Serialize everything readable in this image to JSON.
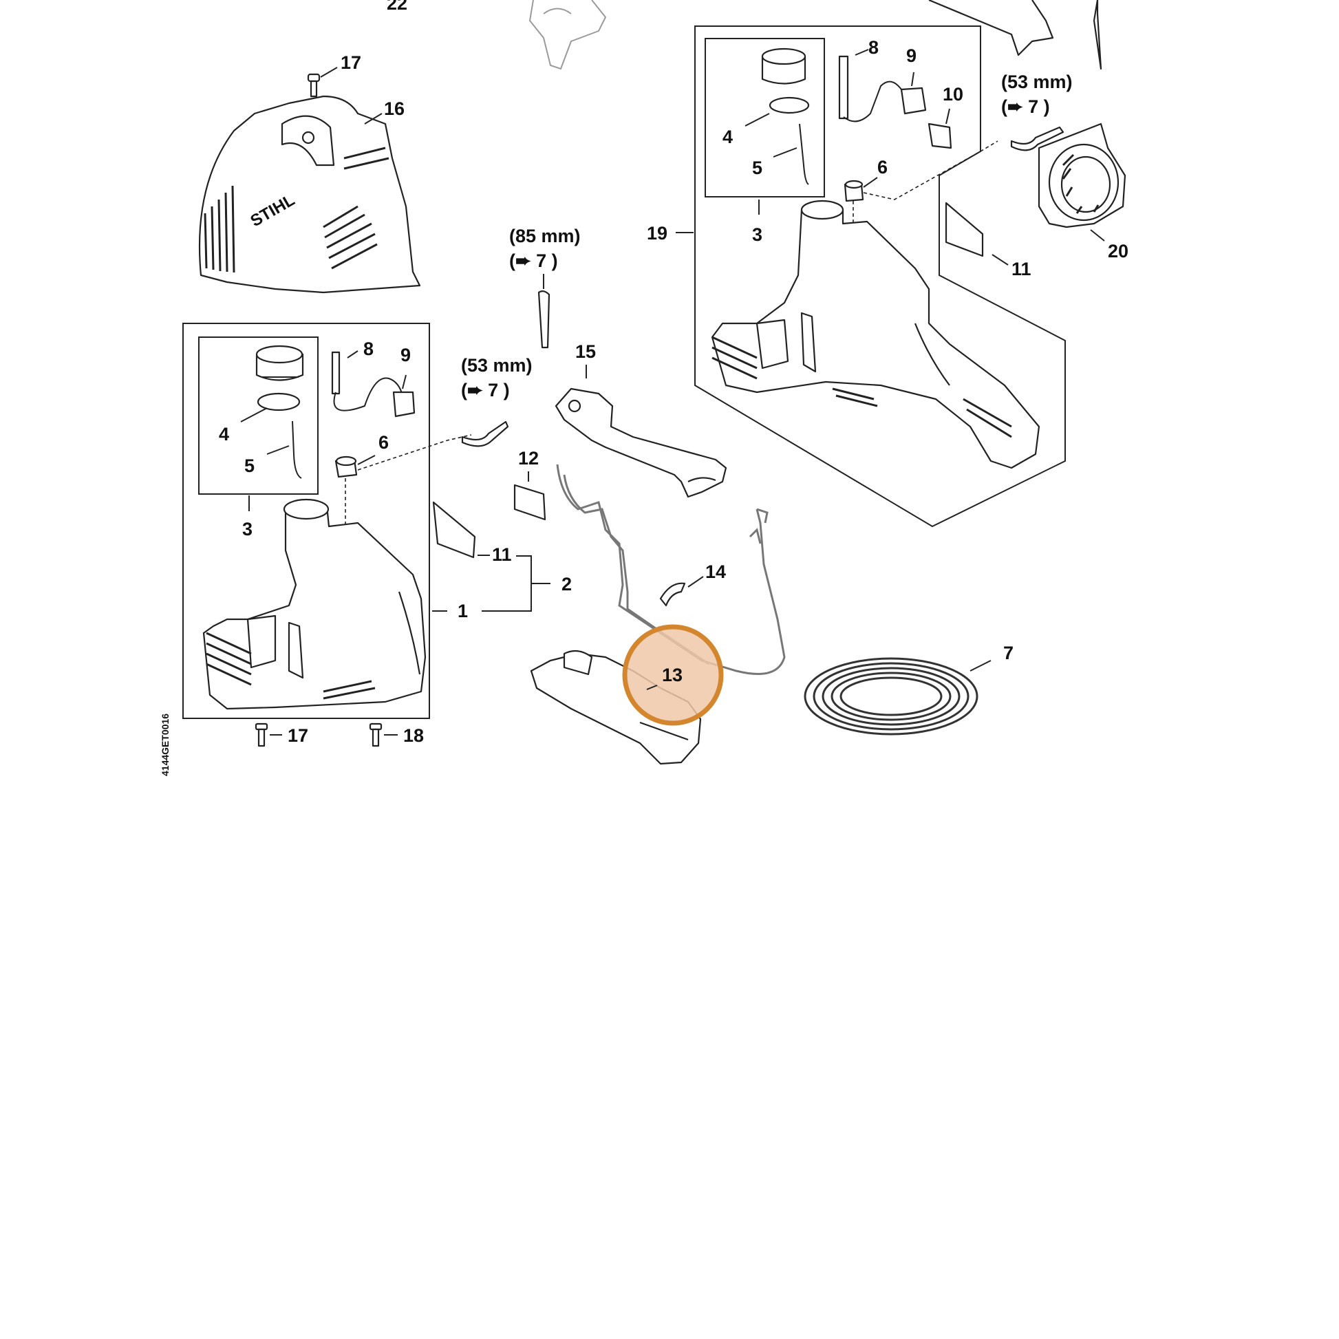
{
  "diagram": {
    "callouts": {
      "c22": "22",
      "c17_top": "17",
      "c16": "16",
      "c8_left": "8",
      "c9_left": "9",
      "c4_left": "4",
      "c5_left": "5",
      "c6_left": "6",
      "c3_left": "3",
      "c11_left": "11",
      "c2": "2",
      "c1": "1",
      "c17_bottom": "17",
      "c18": "18",
      "c15": "15",
      "c12": "12",
      "c14": "14",
      "c13": "13",
      "c7": "7",
      "c19": "19",
      "c8_right": "8",
      "c9_right": "9",
      "c10": "10",
      "c4_right": "4",
      "c5_right": "5",
      "c6_right": "6",
      "c3_right": "3",
      "c11_right": "11",
      "c20": "20"
    },
    "hose_notes": {
      "note85_len": "(85 mm)",
      "note85_ref": "(➨ 7 )",
      "note53_len": "(53 mm)",
      "note53_ref": "(➨ 7 )",
      "note53r_len": "(53 mm)",
      "note53r_ref": "(➨ 7 )"
    },
    "cover_logo": "STIHL",
    "drawing_code": "4144GET0016"
  },
  "colors": {
    "highlight_fill": "#f0c8a8",
    "highlight_ring": "#d4862e",
    "line": "#222222"
  }
}
